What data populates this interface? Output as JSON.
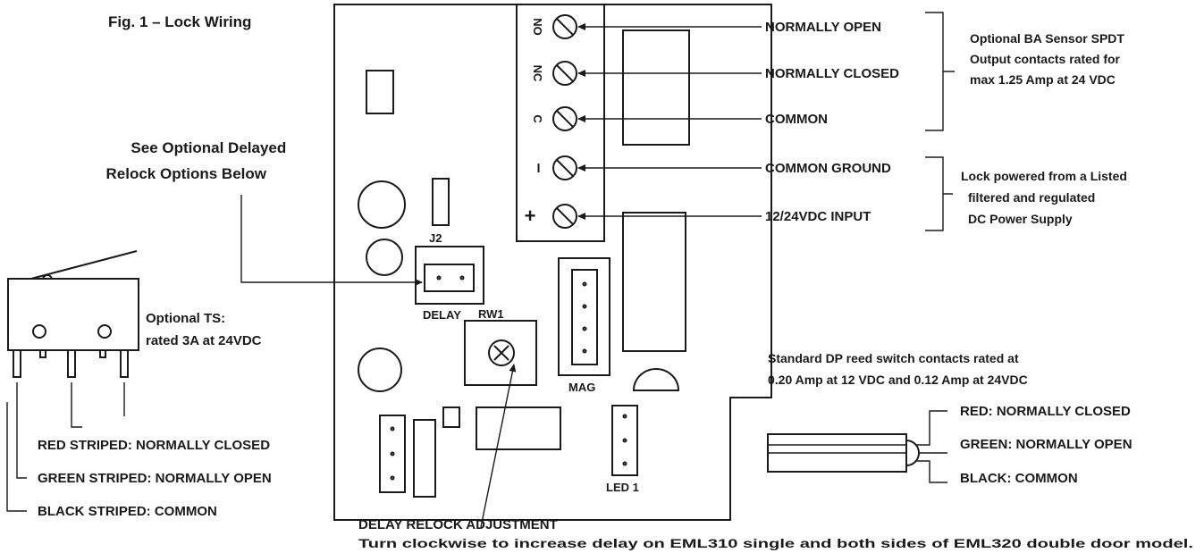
{
  "figure_title": "Fig. 1 – Lock Wiring",
  "terminals": {
    "no": "NO",
    "nc": "NC",
    "c": "C",
    "minus": "–",
    "plus": "+"
  },
  "terminal_labels": {
    "normally_open": "NORMALLY OPEN",
    "normally_closed": "NORMALLY CLOSED",
    "common": "COMMON",
    "common_ground": "COMMON GROUND",
    "input": "12/24VDC INPUT"
  },
  "ba_sensor_note": [
    "Optional BA Sensor SPDT",
    "Output contacts rated for",
    "max 1.25 Amp at 24 VDC"
  ],
  "power_note": [
    "Lock powered from a Listed",
    "filtered and regulated",
    "DC Power Supply"
  ],
  "delayed_relock_note": [
    "See Optional Delayed",
    "Relock Options Below"
  ],
  "board_labels": {
    "j2": "J2",
    "delay": "DELAY",
    "rw1": "RW1",
    "mag": "MAG",
    "led1": "LED 1"
  },
  "ts_note": [
    "Optional TS:",
    "rated 3A at 24VDC"
  ],
  "ts_wires": {
    "red": "RED STRIPED: NORMALLY CLOSED",
    "green": "GREEN STRIPED: NORMALLY OPEN",
    "black": "BLACK STRIPED: COMMON"
  },
  "reed_note": [
    "Standard DP reed switch contacts rated at",
    "0.20 Amp at 12 VDC and 0.12 Amp at 24VDC"
  ],
  "reed_wires": {
    "red": "RED: NORMALLY CLOSED",
    "green": "GREEN: NORMALLY OPEN",
    "black": "BLACK: COMMON"
  },
  "delay_adjustment": {
    "title": "DELAY RELOCK ADJUSTMENT",
    "text": "Turn clockwise to increase delay on EML310 single and both sides of EML320 double door model."
  }
}
